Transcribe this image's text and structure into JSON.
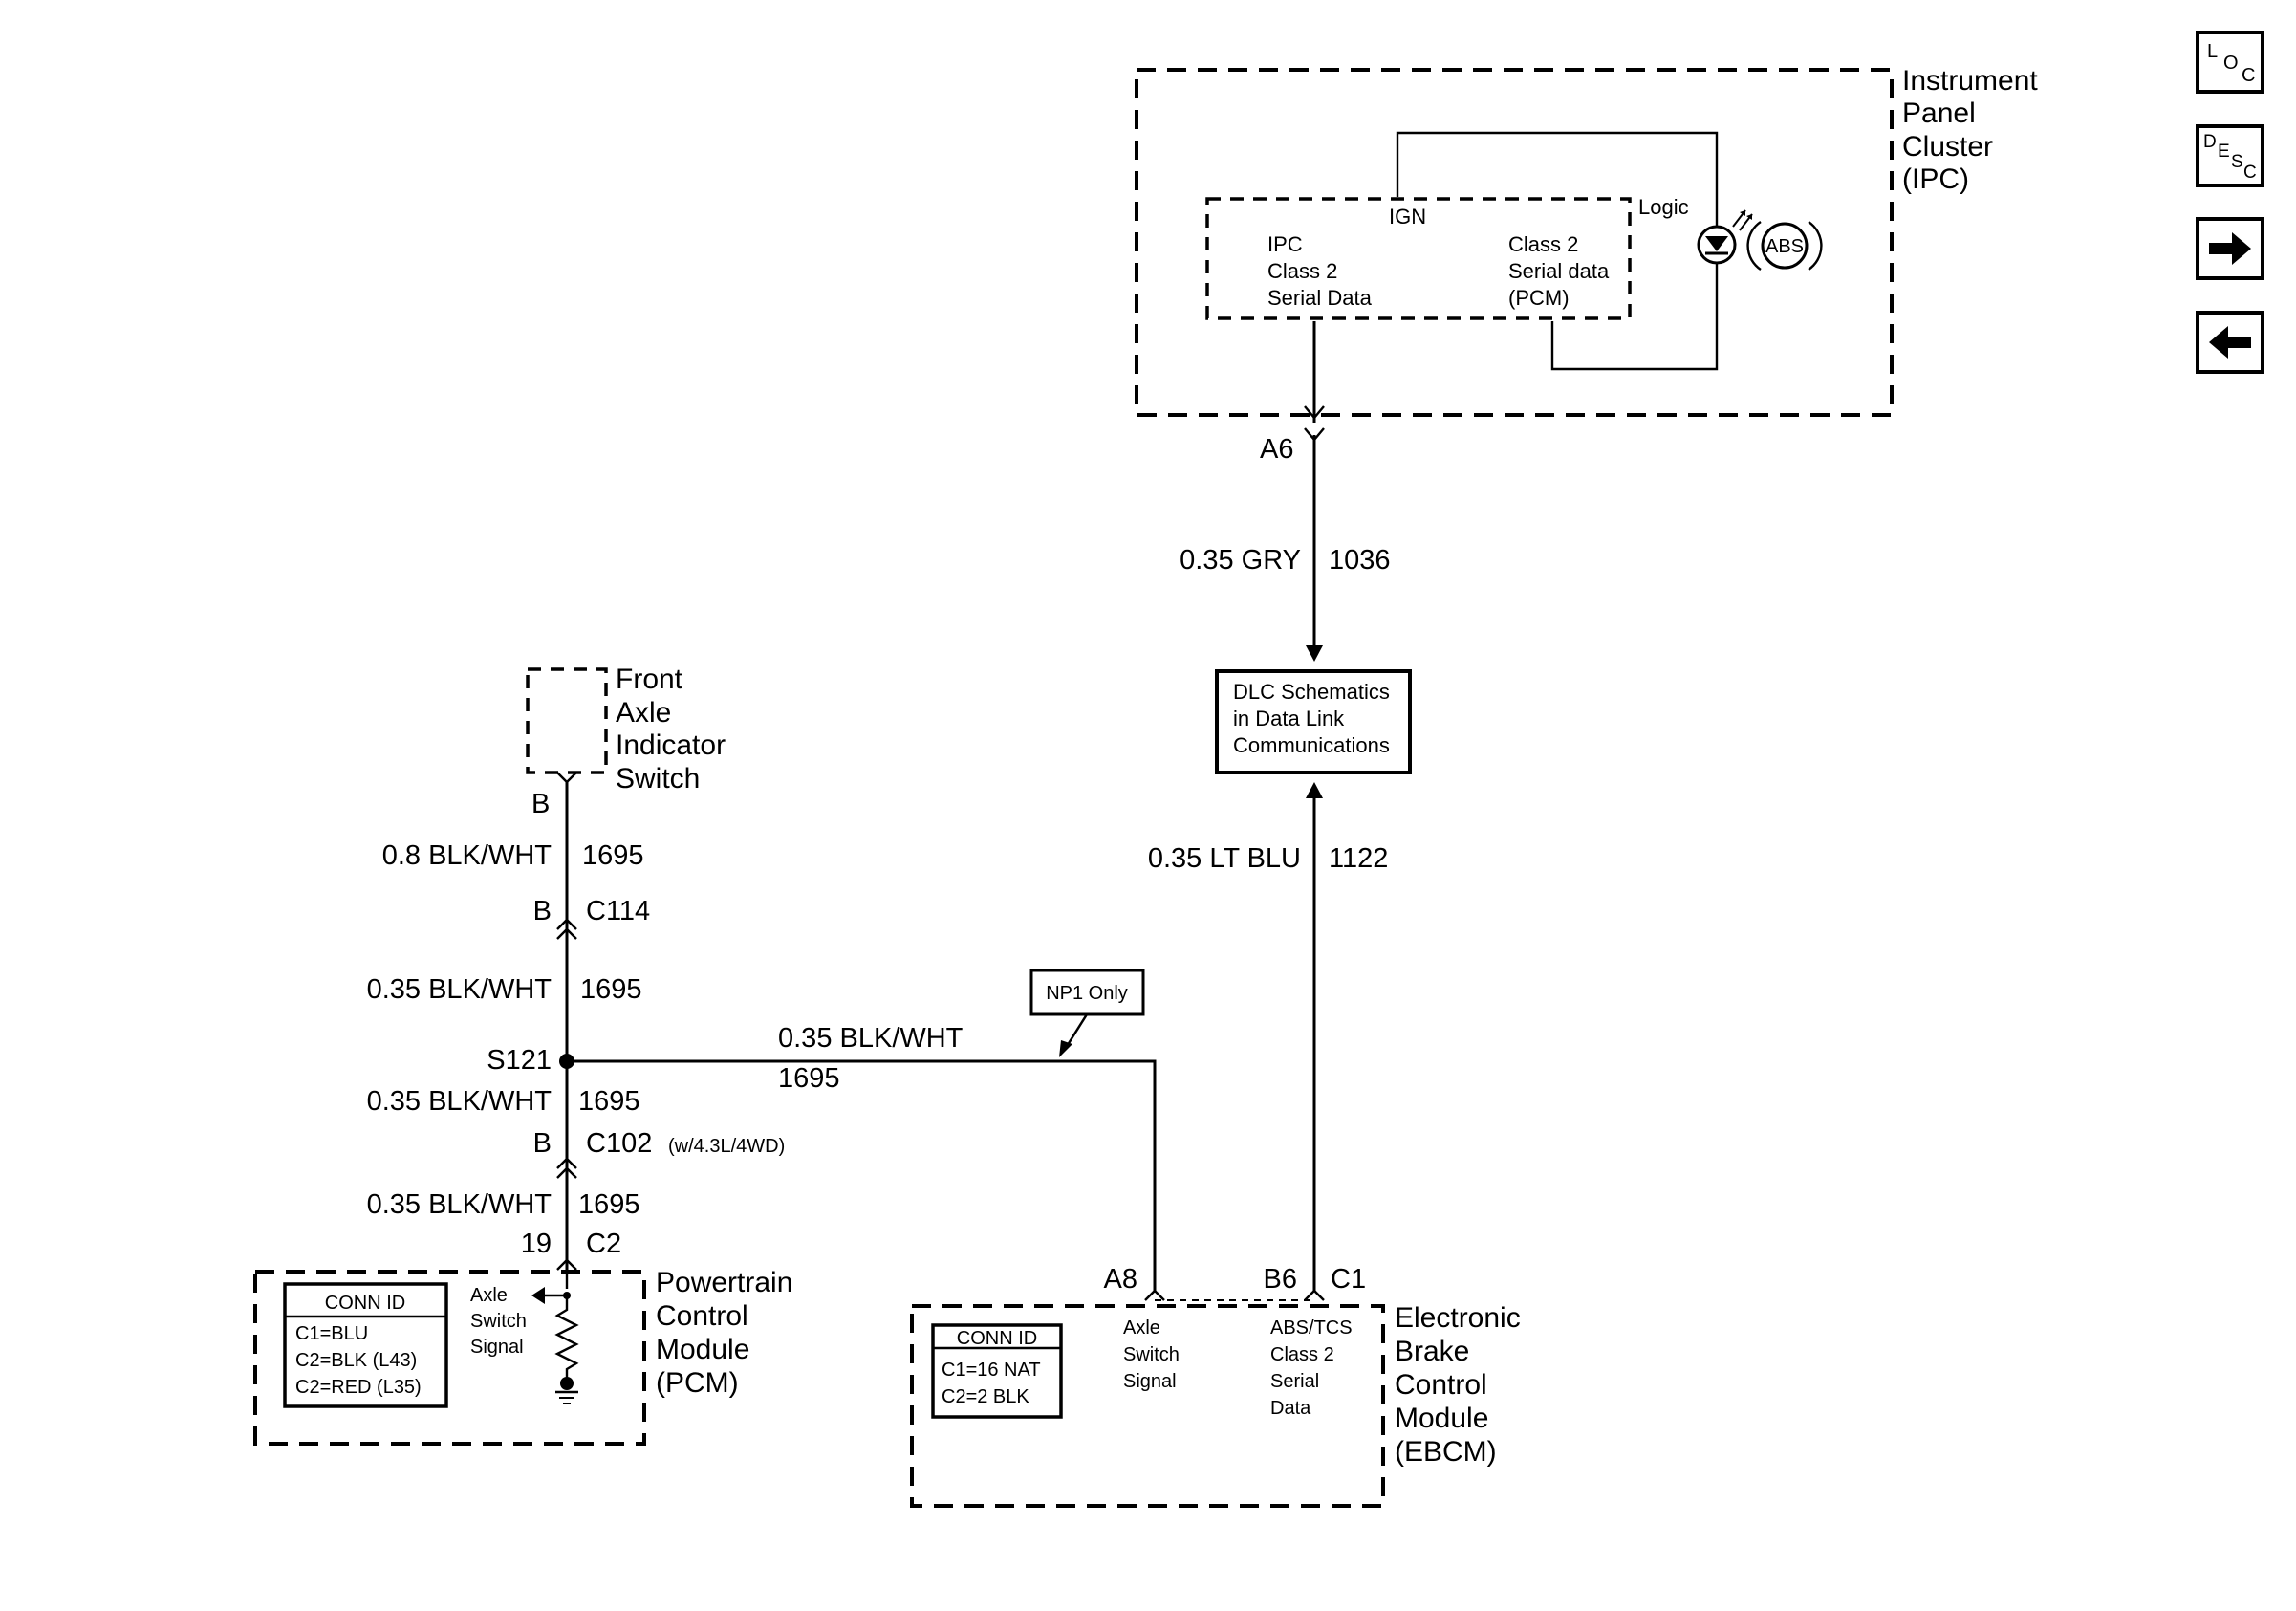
{
  "ipc": {
    "title": [
      "Instrument",
      "Panel",
      "Cluster",
      "(IPC)"
    ],
    "ign": "IGN",
    "logic": "Logic",
    "left_label": [
      "IPC",
      "Class 2",
      "Serial Data"
    ],
    "right_label": [
      "Class 2",
      "Serial data",
      "(PCM)"
    ],
    "lamp": "ABS",
    "pin": "A6"
  },
  "wire_gry": {
    "gauge_color": "0.35 GRY",
    "circuit": "1036"
  },
  "dlc": {
    "lines": [
      "DLC Schematics",
      "in Data Link",
      "Communications"
    ]
  },
  "wire_ltblu": {
    "gauge_color": "0.35 LT BLU",
    "circuit": "1122"
  },
  "switch": {
    "title": [
      "Front",
      "Axle",
      "Indicator",
      "Switch"
    ],
    "pin": "B"
  },
  "left_wires": [
    {
      "gauge_color": "0.8 BLK/WHT",
      "circuit": "1695"
    },
    {
      "gauge_color": "0.35 BLK/WHT",
      "circuit": "1695"
    },
    {
      "gauge_color": "0.35 BLK/WHT",
      "circuit": "1695"
    },
    {
      "gauge_color": "0.35 BLK/WHT",
      "circuit": "1695"
    }
  ],
  "c114": {
    "pin": "B",
    "name": "C114"
  },
  "splice": {
    "name": "S121"
  },
  "c102": {
    "pin": "B",
    "name": "C102",
    "note": "(w/4.3L/4WD)"
  },
  "pcm_conn": {
    "pin": "19",
    "name": "C2"
  },
  "branch": {
    "gauge_color": "0.35 BLK/WHT",
    "circuit": "1695"
  },
  "np1": "NP1 Only",
  "pcm": {
    "title": [
      "Powertrain",
      "Control",
      "Module",
      "(PCM)"
    ],
    "conn_id": [
      "CONN ID",
      "C1=BLU",
      "C2=BLK (L43)",
      "C2=RED (L35)"
    ],
    "signal": [
      "Axle",
      "Switch",
      "Signal"
    ]
  },
  "ebcm": {
    "title": [
      "Electronic",
      "Brake",
      "Control",
      "Module",
      "(EBCM)"
    ],
    "pin_a8": "A8",
    "pin_b6": "B6",
    "conn": "C1",
    "conn_id": [
      "CONN ID",
      "C1=16 NAT",
      "C2=2 BLK"
    ],
    "signal": [
      "Axle",
      "Switch",
      "Signal"
    ],
    "serial": [
      "ABS/TCS",
      "Class 2",
      "Serial",
      "Data"
    ]
  },
  "nav": [
    {
      "name": "location-button",
      "glyph": [
        "L",
        "O",
        "C"
      ]
    },
    {
      "name": "description-button",
      "glyph": [
        "D",
        "E",
        "S",
        "C"
      ]
    },
    {
      "name": "next-button",
      "icon": "arrow-right-icon"
    },
    {
      "name": "previous-button",
      "icon": "arrow-left-icon"
    }
  ]
}
